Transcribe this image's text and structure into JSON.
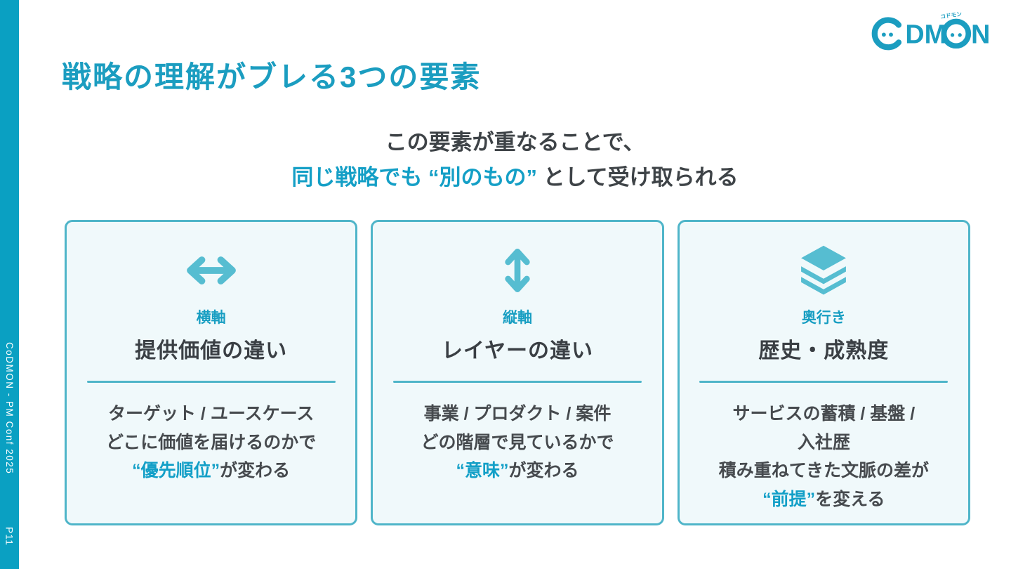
{
  "slide": {
    "title": "戦略の理解がブレる3つの要素",
    "subtitle_line1": "この要素が重なることで、",
    "subtitle_line2_highlight": "同じ戦略でも “別のもの” ",
    "subtitle_line2_rest": "として受け取られる"
  },
  "sidebar": {
    "label": "CoDMON - PM Conf 2025",
    "page": "P11"
  },
  "logo": {
    "brand": "CoDMON",
    "katakana": "コドモン",
    "letters_mid": "DM",
    "letter_end": "N"
  },
  "cards": [
    {
      "icon": "horizontal-arrow-icon",
      "axis_label": "横軸",
      "heading": "提供価値の違い",
      "body_line1": "ターゲット / ユースケース",
      "body_line2": "どこに価値を届けるのかで",
      "highlight": "“優先順位”",
      "suffix": "が変わる"
    },
    {
      "icon": "vertical-arrow-icon",
      "axis_label": "縦軸",
      "heading": "レイヤーの違い",
      "body_line1": "事業 / プロダクト / 案件",
      "body_line2": "どの階層で見ているかで",
      "highlight": "“意味”",
      "suffix": "が変わる"
    },
    {
      "icon": "layers-icon",
      "axis_label": "奥行き",
      "heading": "歴史・成熟度",
      "body_line1": "サービスの蓄積 / 基盤 /",
      "body_line2": "入社歴",
      "body_line3": "積み重ねてきた文脈の差が",
      "highlight": "“前提”",
      "suffix": "を変える"
    }
  ],
  "colors": {
    "teal_main": "#189ec2",
    "teal_icon": "#56bdd1",
    "card_border": "#4fb5c9",
    "card_bg": "#f0f9fb",
    "sidebar_bg": "#0aa0c2",
    "text_dark": "#3e4347"
  }
}
